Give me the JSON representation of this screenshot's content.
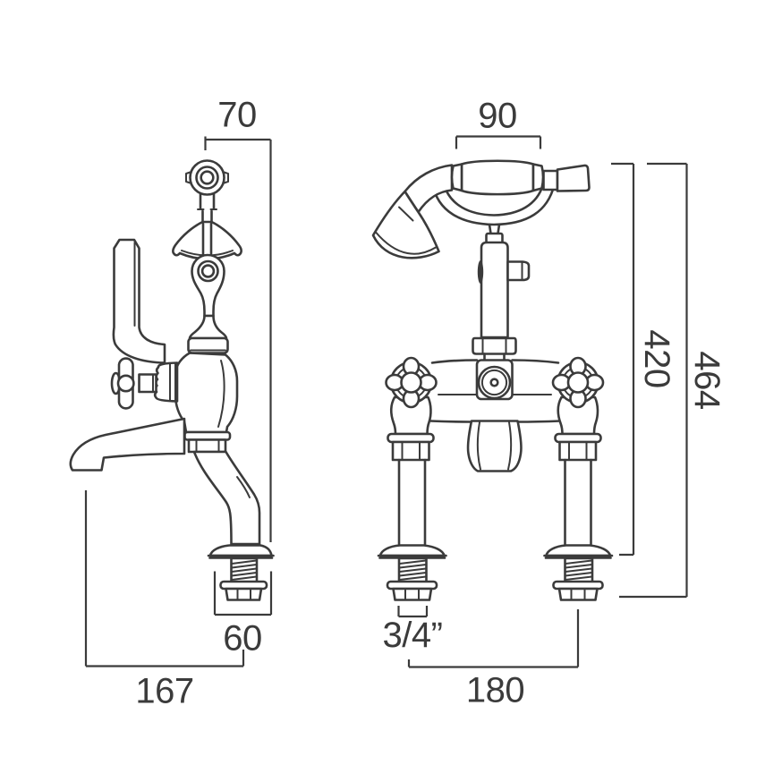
{
  "drawing": {
    "type": "technical-dimension-diagram",
    "subject": "bath shower mixer tap, two elevations",
    "background_color": "#ffffff",
    "line_color": "#3b3b3b",
    "dimensions": {
      "hook_offset": "70",
      "handset_width": "90",
      "spout_projection": "167",
      "tail_width": "60",
      "height_to_base": "420",
      "overall_height": "464",
      "connection_size": "3/4”",
      "inlet_centres": "180"
    }
  }
}
